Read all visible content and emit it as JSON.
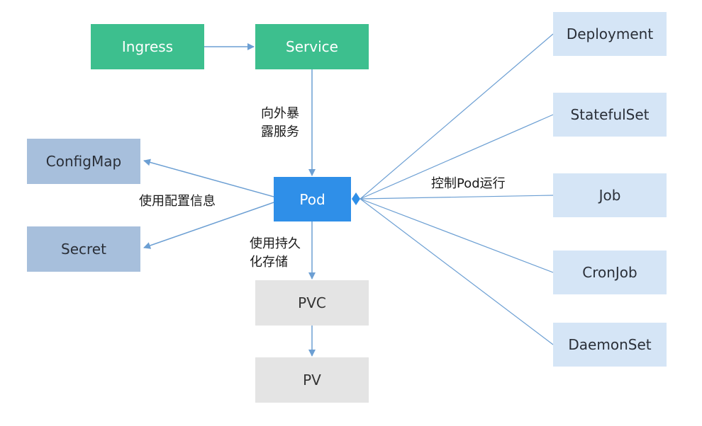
{
  "nodes": {
    "ingress": "Ingress",
    "service": "Service",
    "configmap": "ConfigMap",
    "secret": "Secret",
    "pod": "Pod",
    "pvc": "PVC",
    "pv": "PV",
    "deployment": "Deployment",
    "statefulset": "StatefulSet",
    "job": "Job",
    "cronjob": "CronJob",
    "daemonset": "DaemonSet"
  },
  "edge_labels": {
    "expose_service": "向外暴\n露服务",
    "use_config": "使用配置信息",
    "persistent_storage": "使用持久\n化存储",
    "control_pod": "控制Pod运行"
  },
  "colors": {
    "network": "#3dbf8e",
    "pod": "#2f8fe8",
    "config": "#a7bfdc",
    "storage": "#e4e4e4",
    "controller": "#d5e5f6",
    "arrow": "#6c9fd3"
  }
}
